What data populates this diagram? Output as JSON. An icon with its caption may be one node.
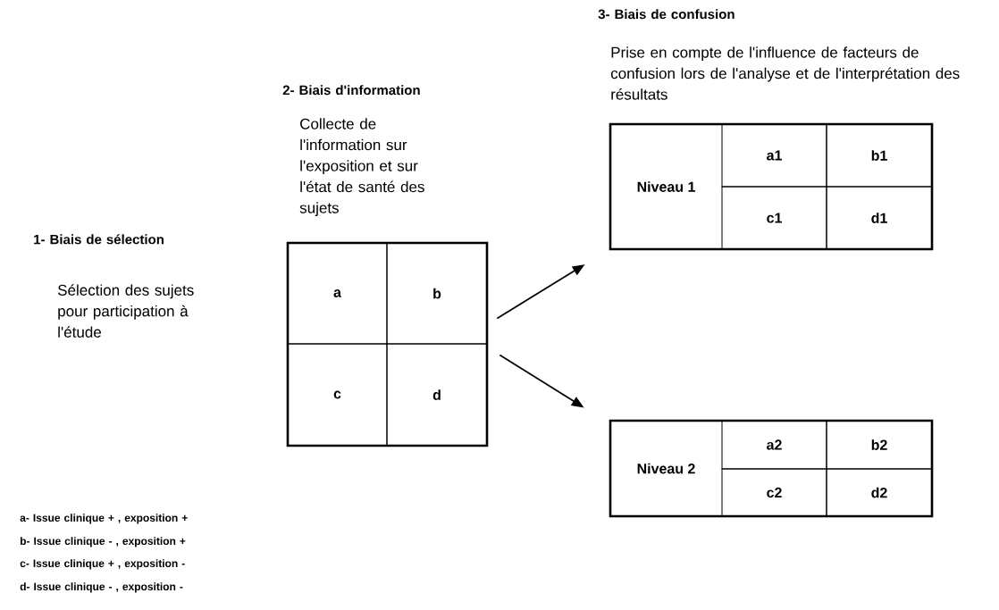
{
  "diagram": {
    "nodes": [
      {
        "text": [],
        "shape": "box"
      },
      {
        "text": [
          "a"
        ],
        "in": 0
      },
      {
        "text": [
          "b"
        ],
        "in": 0
      },
      {
        "text": [
          "c"
        ],
        "in": 0
      },
      {
        "text": [
          "d"
        ],
        "in": 0
      },
      {
        "text": [
          "Niveau 1"
        ]
      },
      {
        "text": [
          "a1"
        ],
        "in": 5
      },
      {
        "text": [
          "b1"
        ],
        "in": 5
      },
      {
        "text": [
          "c1"
        ],
        "in": 5
      },
      {
        "text": [
          "d1"
        ],
        "in": 5
      },
      {
        "text": [
          "Niveau 2"
        ]
      },
      {
        "text": [
          "a2"
        ],
        "in": 10
      },
      {
        "text": [
          "b2"
        ],
        "in": 10
      },
      {
        "text": [
          "c2"
        ],
        "in": 10
      },
      {
        "text": [
          "d2"
        ],
        "in": 10
      }
    ],
    "edges": [
      {
        "from": 0,
        "to": 5,
        "arrow": "to"
      },
      {
        "from": 0,
        "to": 10,
        "arrow": "to"
      }
    ],
    "labels": [
      "3- Biais de confusion",
      "Prise en compte de l'influence de facteurs de confusion lors de l'analyse et de l'interprétation des résultats",
      "2- Biais d'information",
      "Collecte de l'information sur l'exposition et sur l'état de santé des sujets",
      "1- Biais de sélection",
      "Sélection des sujets pour participation à l'étude",
      "a- Issue clinique + , exposition +",
      "b- Issue clinique - , exposition +",
      "c- Issue clinique + , exposition -",
      "d- Issue clinique - , exposition -"
    ]
  }
}
